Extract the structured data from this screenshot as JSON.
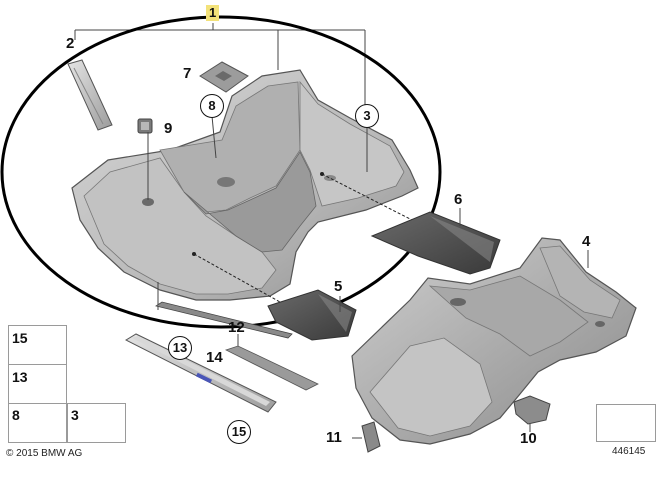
{
  "callouts": {
    "c1": "1",
    "c2": "2",
    "c3": "3",
    "c4": "4",
    "c5": "5",
    "c6": "6",
    "c7": "7",
    "c8": "8",
    "c9": "9",
    "c10": "10",
    "c11": "11",
    "c12": "12",
    "c13": "13",
    "c14": "14",
    "c15": "15"
  },
  "legend": {
    "item15": "15",
    "item13": "13",
    "item8": "8",
    "item3": "3"
  },
  "footer": {
    "copyright": "© 2015 BMW AG",
    "diagram_number": "446145"
  },
  "colors": {
    "part_fill": "#c9c9c9",
    "part_dark": "#9a9a9a",
    "part_darker": "#5a5a5a",
    "outline": "#444444",
    "highlight": "#f3e27a"
  }
}
